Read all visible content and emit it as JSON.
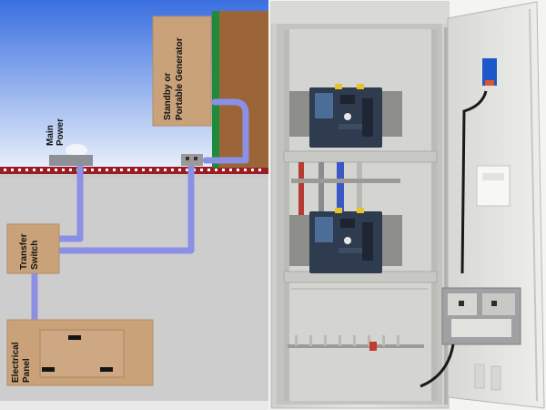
{
  "diagram": {
    "labels": {
      "main_power": [
        "Main",
        "Power"
      ],
      "generator": [
        "Standby or",
        "Portable Generator"
      ],
      "transfer_switch": [
        "Transfer",
        "Switch"
      ],
      "electrical_panel": [
        "Electrical",
        "Panel"
      ]
    }
  },
  "colors": {
    "sky": "#3a6fe0",
    "ground": "#c9c9c9",
    "cable": "#8c8fe6",
    "box": "#c9a27a",
    "wall": "#a0683a",
    "cabinet": "#dedfdb",
    "cabinet_inner": "#c9cac6",
    "breaker": "#2f3b4f"
  }
}
